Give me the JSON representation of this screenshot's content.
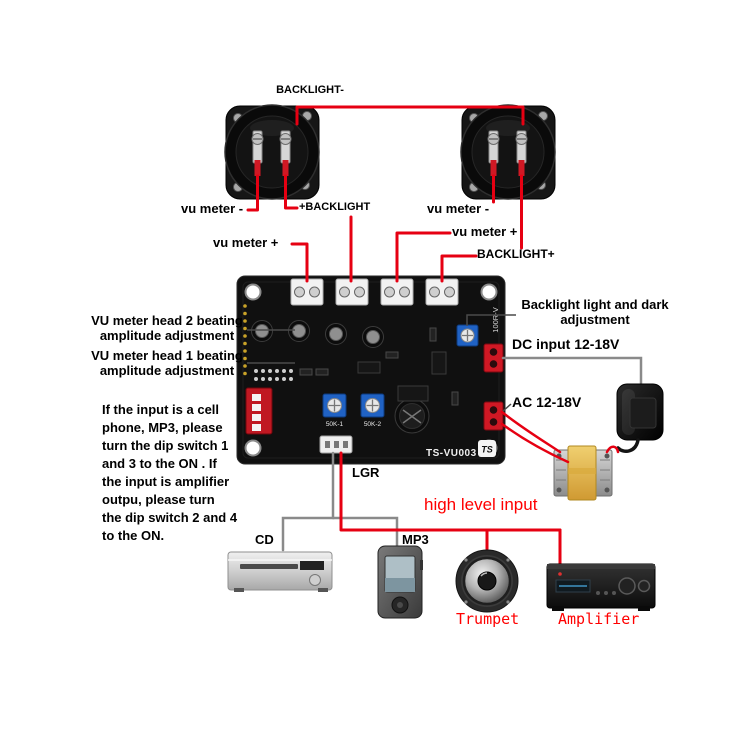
{
  "meters": {
    "backlight_minus": "BACKLIGHT-",
    "left": {
      "minus_label": "vu meter -",
      "backlight_label": "+BACKLIGHT",
      "plus_label": "vu meter +"
    },
    "right": {
      "minus_label": "vu meter -",
      "plus_label": "vu meter +",
      "backlight_label": "BACKLIGHT+"
    }
  },
  "adjustments": {
    "vu2_line1": "VU meter head 2 beating",
    "vu2_line2": "amplitude adjustment",
    "vu1_line1": "VU meter head 1 beating",
    "vu1_line2": "amplitude adjustment",
    "backlight_line1": "Backlight light and dark",
    "backlight_line2": "adjustment"
  },
  "power": {
    "dc_label": "DC input 12-18V",
    "ac_label": "AC 12-18V"
  },
  "board": {
    "model": "TS-VU003",
    "logo": "TS",
    "marking_100r": "100R-V",
    "pot1": "50K-1",
    "pot2": "50K-2",
    "connector_label": "LGR"
  },
  "instructions": "If the input is a cell\nphone, MP3, please\nturn the dip switch 1\nand 3 to the ON . If\nthe input is amplifier\noutpu, please turn\nthe dip switch 2 and 4\nto the ON.",
  "sources": {
    "high_level": "high level input",
    "cd": "CD",
    "mp3": "MP3",
    "trumpet": "Trumpet",
    "amplifier": "Amplifier"
  },
  "colors": {
    "wire_red": "#e60012",
    "label_red": "#ff0000",
    "pcb": "#101010",
    "pot_blue": "#2062c4",
    "dip_red": "#c01822",
    "transformer_yellow": "#e3b84a"
  }
}
